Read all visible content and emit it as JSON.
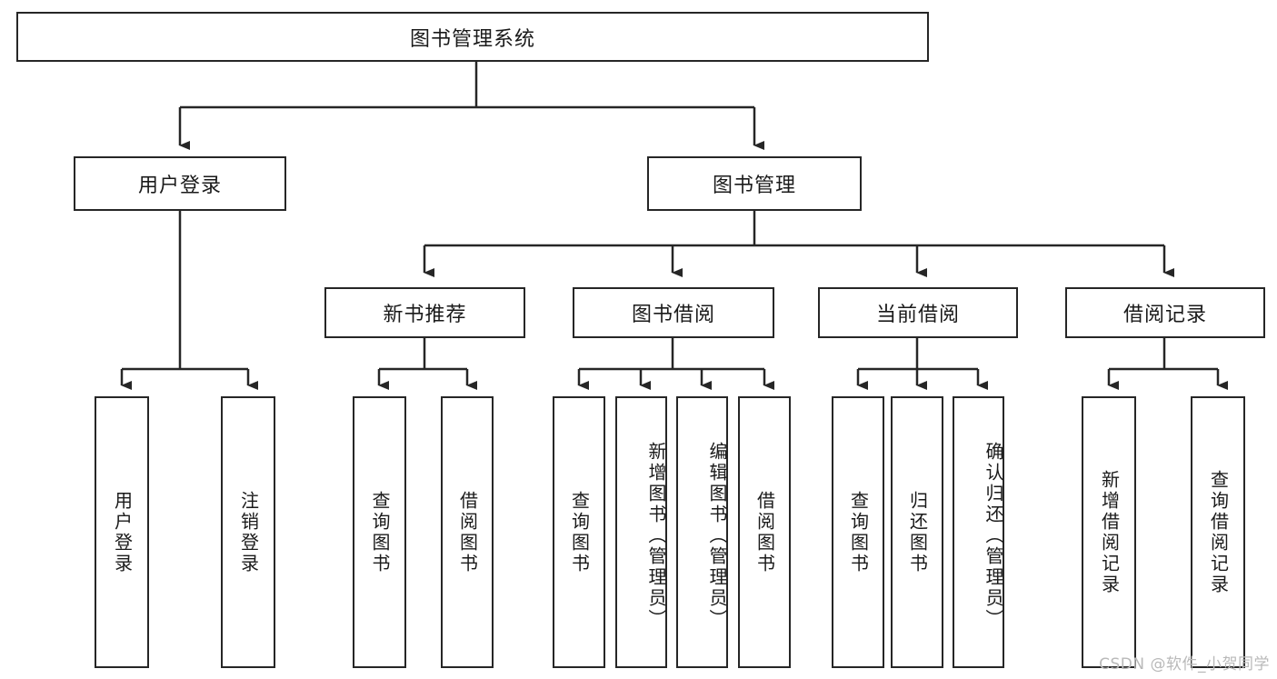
{
  "diagram": {
    "type": "tree",
    "title": "图书管理系统",
    "root": {
      "label": "图书管理系统"
    },
    "level2": [
      {
        "label": "用户登录"
      },
      {
        "label": "图书管理"
      }
    ],
    "level3": [
      {
        "label": "新书推荐"
      },
      {
        "label": "图书借阅"
      },
      {
        "label": "当前借阅"
      },
      {
        "label": "借阅记录"
      }
    ],
    "leaves": {
      "user_login": [
        {
          "label": "用户登录"
        },
        {
          "label": "注销登录"
        }
      ],
      "new_book_recommend": [
        {
          "label": "查询图书"
        },
        {
          "label": "借阅图书"
        }
      ],
      "book_borrow": [
        {
          "label": "查询图书"
        },
        {
          "label": "新增图书（管理员）"
        },
        {
          "label": "编辑图书（管理员）"
        },
        {
          "label": "借阅图书"
        }
      ],
      "current_borrow": [
        {
          "label": "查询图书"
        },
        {
          "label": "归还图书"
        },
        {
          "label": "确认归还（管理员）"
        }
      ],
      "borrow_record": [
        {
          "label": "新增借阅记录"
        },
        {
          "label": "查询借阅记录"
        }
      ]
    },
    "colors": {
      "stroke": "#262626",
      "fill": "#ffffff",
      "text": "#1a1a1a",
      "watermark": "#b9b9b9"
    }
  },
  "watermark": {
    "text": "CSDN @软件_小贺同学"
  }
}
